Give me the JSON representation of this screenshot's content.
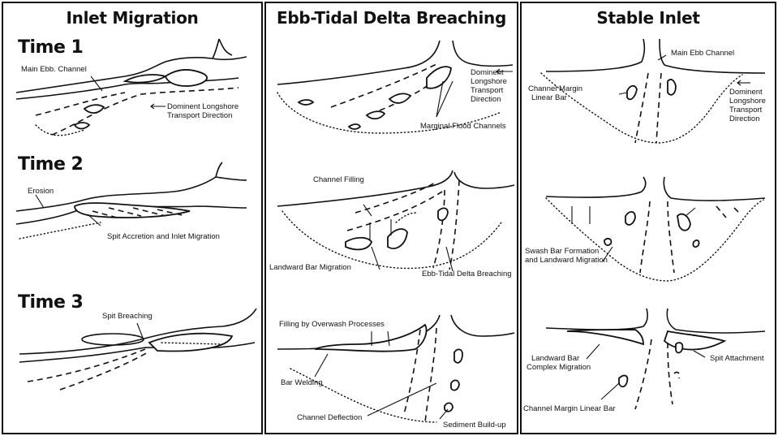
{
  "panels": {
    "inlet_migration": {
      "title": "Inlet Migration",
      "time1": "Time 1",
      "time2": "Time 2",
      "time3": "Time 3",
      "labels": {
        "main_ebb_channel": "Main Ebb. Channel",
        "longshore_line1": "Dominent Longshore",
        "longshore_line2": "Transport Direction",
        "erosion": "Erosion",
        "spit_accretion": "Spit Accretion and Inlet Migration",
        "spit_breaching": "Spit Breaching"
      }
    },
    "ebb_tidal_delta": {
      "title": "Ebb-Tidal Delta Breaching",
      "labels": {
        "longshore_line1": "Dominent",
        "longshore_line2": "Longshore",
        "longshore_line3": "Transport",
        "longshore_line4": "Direction",
        "marginal_flood": "Marginal Flood Channels",
        "channel_filling": "Channel Filling",
        "landward_bar_migration": "Landward Bar Migration",
        "ebb_delta_breaching": "Ebb-Tidal Delta Breaching",
        "filling_overwash": "Filling by Overwash Processes",
        "bar_welding": "Bar Welding",
        "channel_deflection": "Channel Deflection",
        "sediment_buildup": "Sediment Build-up"
      }
    },
    "stable_inlet": {
      "title": "Stable Inlet",
      "labels": {
        "main_ebb_channel": "Main Ebb Channel",
        "channel_margin_line1": "Channel Margin",
        "channel_margin_line2": "Linear Bar",
        "longshore_line1": "Dominent",
        "longshore_line2": "Longshore",
        "longshore_line3": "Transport",
        "longshore_line4": "Direction",
        "swash_line1": "Swash Bar Formation",
        "swash_line2": "and Landward Migration",
        "landward_complex_line1": "Landward Bar",
        "landward_complex_line2": "Complex Migration",
        "spit_attachment": "Spit Attachment",
        "channel_margin_linear_bar": "Channel Margin Linear Bar"
      }
    }
  }
}
